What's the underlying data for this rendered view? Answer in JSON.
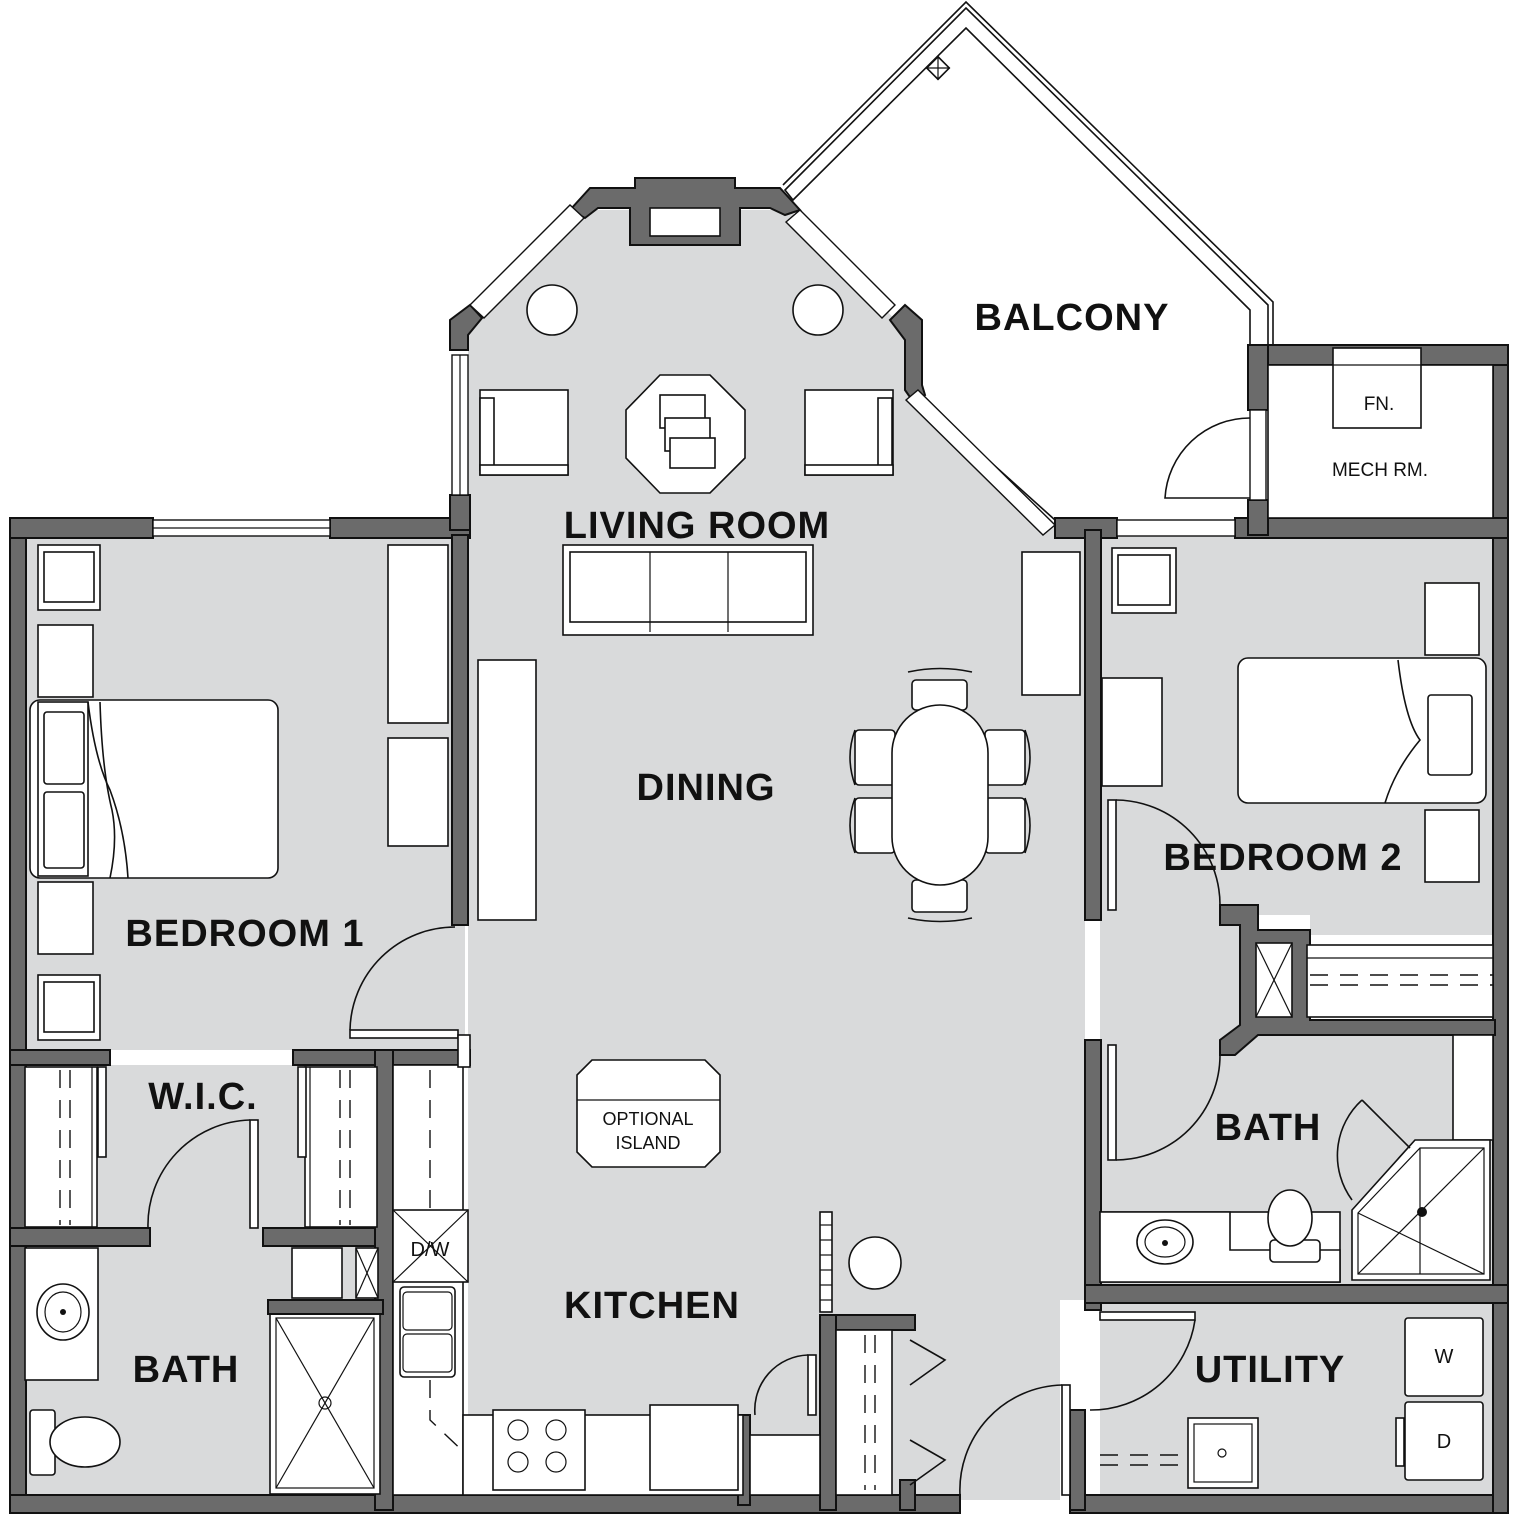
{
  "rooms": {
    "balcony": "BALCONY",
    "living_room": "LIVING ROOM",
    "dining": "DINING",
    "bedroom_1": "BEDROOM 1",
    "bedroom_2": "BEDROOM 2",
    "wic": "W.I.C.",
    "bath_1": "BATH",
    "bath_2": "BATH",
    "kitchen": "KITCHEN",
    "utility": "UTILITY",
    "mech_room": "MECH RM."
  },
  "fixtures": {
    "furnace": "FN.",
    "optional_island_line1": "OPTIONAL",
    "optional_island_line2": "ISLAND",
    "dishwasher": "D/W",
    "washer": "W",
    "dryer": "D"
  },
  "colors": {
    "floor": "#d9dadb",
    "wall": "#6b6b6b",
    "line": "#111111"
  }
}
